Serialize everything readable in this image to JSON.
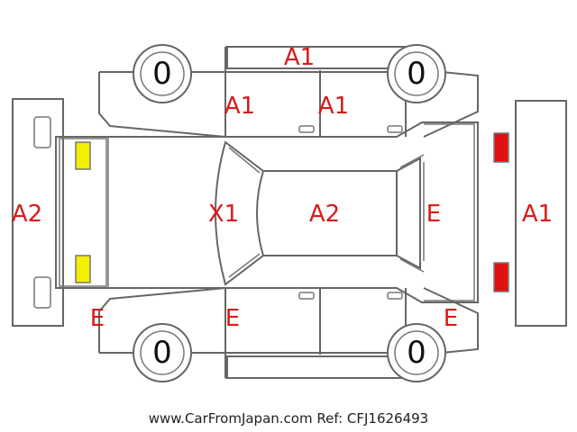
{
  "wheels": {
    "front_left": "0",
    "front_right": "0",
    "rear_left": "0",
    "rear_right": "0"
  },
  "labels": {
    "top_bumper": "A1",
    "front_door_top": "A1",
    "rear_door_top": "A1",
    "front_panel": "A2",
    "hood_area": "X1",
    "roof": "A2",
    "rear_glass": "E",
    "rear_panel": "A1",
    "front_left_corner": "E",
    "front_door_bottom": "E",
    "rear_right_corner": "E"
  },
  "colors": {
    "damage_code": "#d81b1b",
    "front_lamp": "#f4ee00",
    "rear_lamp": "#e01010",
    "outline": "#666666"
  },
  "footer": {
    "text": "www.CarFromJapan.com Ref: CFJ1626493"
  }
}
